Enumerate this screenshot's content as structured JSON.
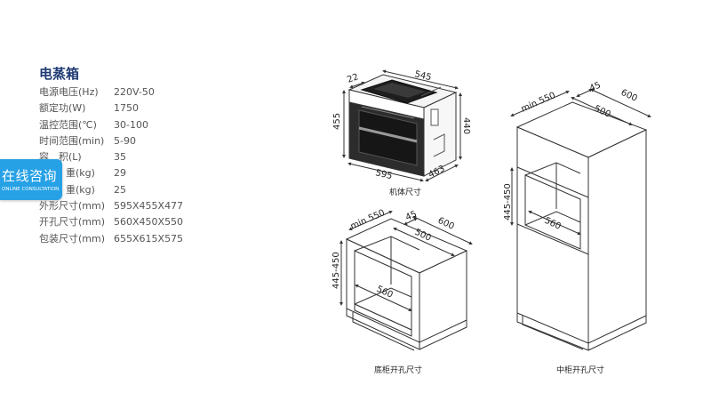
{
  "product": {
    "title": "电蒸箱",
    "specs": [
      {
        "label": "电源电压(Hz)",
        "value": "220V-50"
      },
      {
        "label": "额定功(W)",
        "value": "1750"
      },
      {
        "label": "温控范围(℃)",
        "value": "30-100"
      },
      {
        "label": "时间范围(min)",
        "value": "5-90"
      },
      {
        "label": "容　积(L)",
        "value": "35"
      },
      {
        "label": "重(kg)",
        "value": "29"
      },
      {
        "label": "重(kg)",
        "value": "25"
      },
      {
        "label": "外形尺寸(mm)",
        "value": "595X455X477"
      },
      {
        "label": "开孔尺寸(mm)",
        "value": "560X450X550"
      },
      {
        "label": "包装尺寸(mm)",
        "value": "655X615X575"
      }
    ]
  },
  "consult": {
    "label": "在线咨询",
    "sublabel": "ONLINE CONSULTATION",
    "color": "#27a1e6"
  },
  "diagrams": {
    "unit": {
      "caption": "机体尺寸",
      "dims": {
        "width_top": "545",
        "depth_top": "22",
        "height_left": "455",
        "height_right": "440",
        "width_bottom": "595",
        "depth_bottom": "463"
      }
    },
    "base": {
      "caption": "底柜开孔尺寸",
      "dims": {
        "min_depth": "min 550",
        "gap": "45",
        "depth": "600",
        "inner_depth": "500",
        "height": "445-450",
        "width": "560"
      }
    },
    "middle": {
      "caption": "中柜开孔尺寸",
      "dims": {
        "min_depth": "min 550",
        "gap": "45",
        "depth": "600",
        "inner_depth": "500",
        "height": "445-450",
        "width": "560"
      }
    }
  }
}
